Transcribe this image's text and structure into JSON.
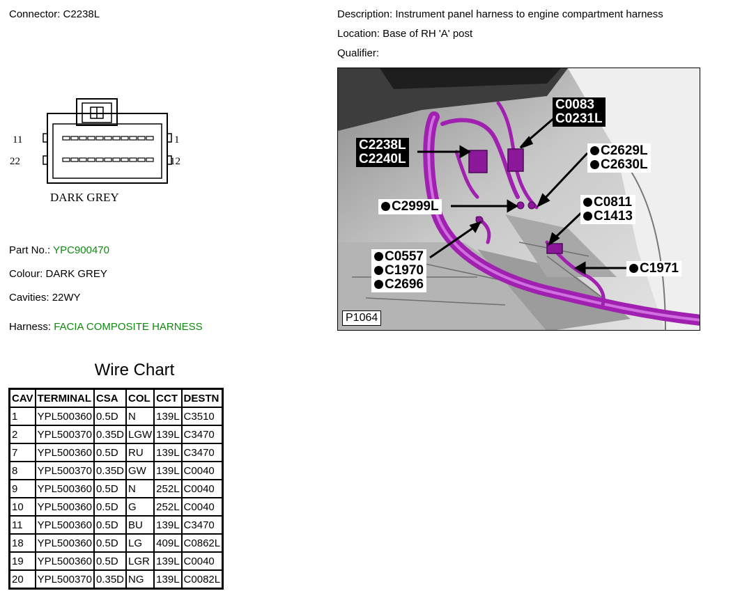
{
  "connector": {
    "label": "Connector:",
    "value": "C2238L",
    "drawing_color_label": "DARK GREY",
    "pin_numbers": {
      "top_left": "11",
      "bottom_left": "22",
      "top_right": "1",
      "bottom_right": "12"
    }
  },
  "description": {
    "label": "Description:",
    "value": "Instrument panel harness to engine compartment harness"
  },
  "location": {
    "label": "Location:",
    "value": "Base of RH 'A' post"
  },
  "qualifier": {
    "label": "Qualifier:",
    "value": ""
  },
  "part": {
    "label": "Part No.:",
    "value": "YPC900470"
  },
  "colour": {
    "label": "Colour:",
    "value": "DARK GREY"
  },
  "cavities": {
    "label": "Cavities:",
    "value": "22WY"
  },
  "harness": {
    "label": "Harness:",
    "value": "FACIA COMPOSITE HARNESS"
  },
  "photo": {
    "id": "P1064",
    "callouts": {
      "c0083": [
        "C0083",
        "C0231L"
      ],
      "c2238": [
        "C2238L",
        "C2240L"
      ],
      "c2629": [
        "C2629L",
        "C2630L"
      ],
      "c2999": [
        "C2999L"
      ],
      "c0811": [
        "C0811",
        "C1413"
      ],
      "c0557": [
        "C0557",
        "C1970",
        "C2696"
      ],
      "c1971": [
        "C1971"
      ]
    }
  },
  "colors": {
    "link_green": "#108a10",
    "harness_purple": "#a020b0"
  },
  "wire_chart": {
    "title": "Wire Chart",
    "headers": [
      "CAV",
      "TERMINAL",
      "CSA",
      "COL",
      "CCT",
      "DESTN"
    ],
    "rows": [
      [
        "1",
        "YPL500360",
        "0.5D",
        "N",
        "139L",
        "C3510"
      ],
      [
        "2",
        "YPL500370",
        "0.35D",
        "LGW",
        "139L",
        "C3470"
      ],
      [
        "7",
        "YPL500360",
        "0.5D",
        "RU",
        "139L",
        "C3470"
      ],
      [
        "8",
        "YPL500370",
        "0.35D",
        "GW",
        "139L",
        "C0040"
      ],
      [
        "9",
        "YPL500360",
        "0.5D",
        "N",
        "252L",
        "C0040"
      ],
      [
        "10",
        "YPL500360",
        "0.5D",
        "G",
        "252L",
        "C0040"
      ],
      [
        "11",
        "YPL500360",
        "0.5D",
        "BU",
        "139L",
        "C3470"
      ],
      [
        "18",
        "YPL500360",
        "0.5D",
        "LG",
        "409L",
        "C0862L"
      ],
      [
        "19",
        "YPL500360",
        "0.5D",
        "LGR",
        "139L",
        "C0040"
      ],
      [
        "20",
        "YPL500370",
        "0.35D",
        "NG",
        "139L",
        "C0082L"
      ]
    ]
  }
}
